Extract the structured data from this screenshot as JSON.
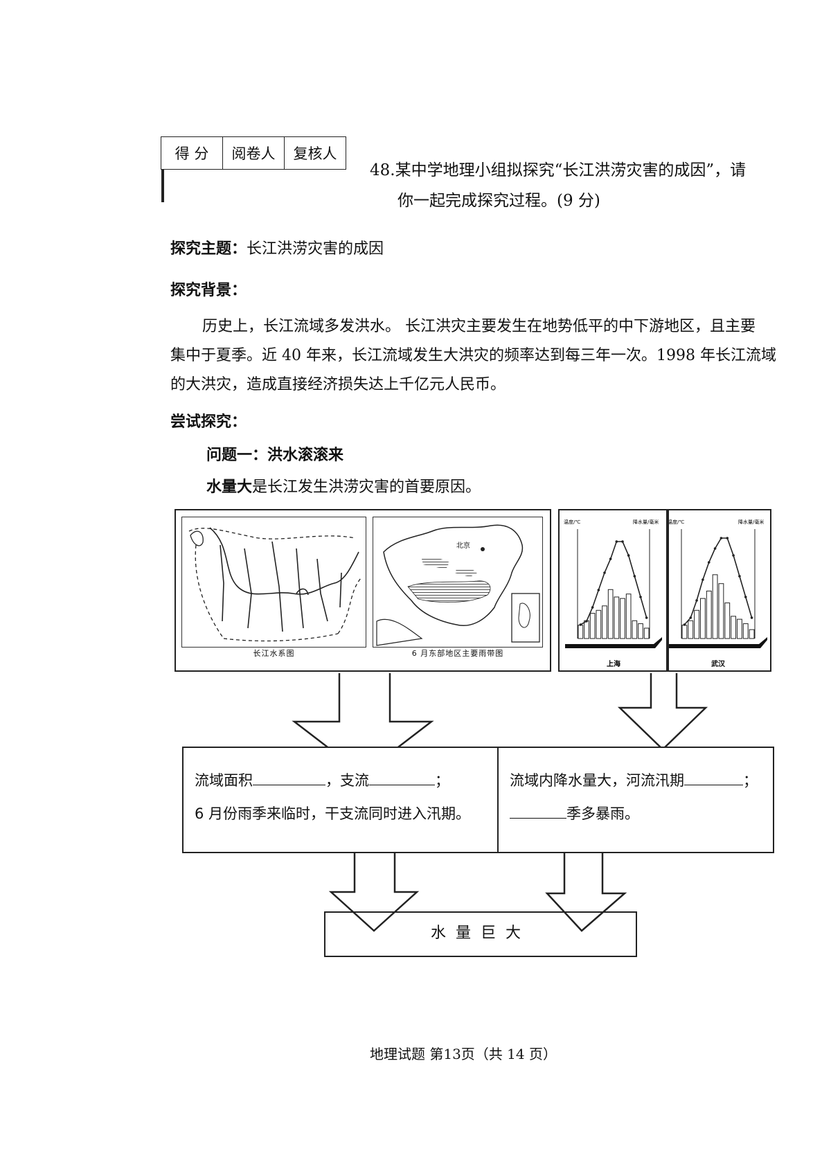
{
  "score_table": {
    "headers": [
      "得 分",
      "阅卷人",
      "复核人"
    ]
  },
  "question": {
    "line1": "48.某中学地理小组拟探究“长江洪涝灾害的成因”，请",
    "line2": "你一起完成探究过程。(9 分)"
  },
  "theme": {
    "label": "探究主题：",
    "text": "长江洪涝灾害的成因"
  },
  "background": {
    "label": "探究背景：",
    "line1": "历史上，长江流域多发洪水。 长江洪灾主要发生在地势低平的中下游地区，且主要",
    "line2": "集中于夏季。近 40 年来，长江流域发生大洪灾的频率达到每三年一次。1998 年长江流域",
    "line3": "的大洪灾，造成直接经济损失达上千亿元人民币。"
  },
  "attempt": {
    "label": "尝试探究：",
    "problem_title": "问题一：洪水滚滚来",
    "lead_bold": "水量大",
    "lead_rest": "是长江发生洪涝灾害的首要原因。"
  },
  "maps": {
    "map1_caption": "长江水系图",
    "map2_caption": "6 月东部地区主要雨带图",
    "map2_label": "北京"
  },
  "climate_charts": {
    "left_axis_label": "温度/℃",
    "right_axis_label": "降水量/毫米",
    "charts": [
      {
        "city": "上海",
        "temperature": [
          4,
          5,
          9,
          14,
          19,
          23,
          28,
          28,
          24,
          18,
          12,
          6
        ],
        "precipitation": [
          45,
          60,
          85,
          95,
          110,
          165,
          140,
          135,
          150,
          60,
          50,
          35
        ]
      },
      {
        "city": "武汉",
        "temperature": [
          4,
          6,
          11,
          17,
          22,
          26,
          29,
          29,
          24,
          18,
          12,
          6
        ],
        "precipitation": [
          45,
          60,
          95,
          135,
          160,
          215,
          185,
          120,
          75,
          65,
          50,
          30
        ]
      }
    ]
  },
  "box_left": {
    "t1": "流域面积",
    "t2": "，支流",
    "t3": "；",
    "line2": "6 月份雨季来临时，干支流同时进入汛期。"
  },
  "box_right": {
    "t1": "流域内降水量大，河流汛期",
    "t2": "；",
    "t3": "季多暴雨。"
  },
  "result": "水量巨大",
  "footer": "地理试题   第13页（共 14 页）"
}
